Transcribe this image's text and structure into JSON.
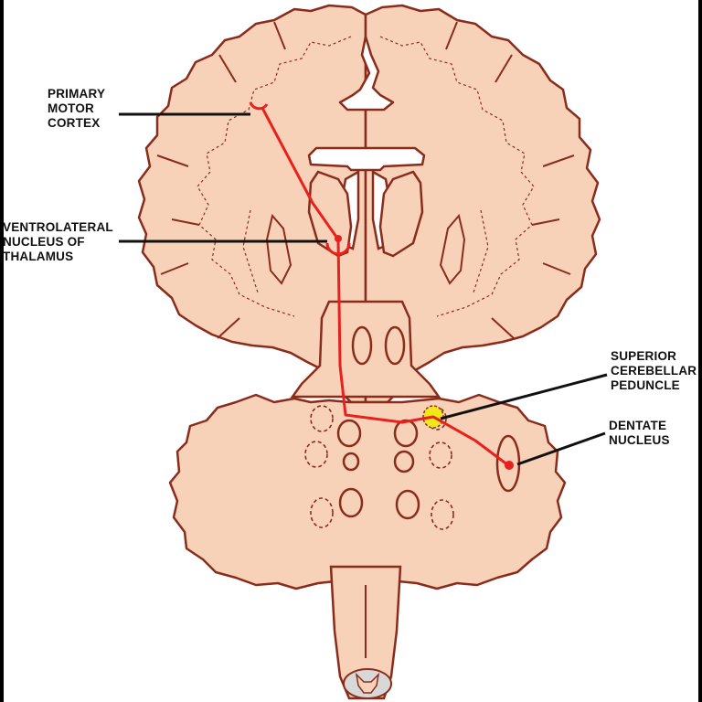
{
  "labels": {
    "primary_motor_cortex": [
      "PRIMARY",
      "MOTOR",
      "CORTEX"
    ],
    "ventrolateral_nucleus": [
      "VENTROLATERAL",
      "NUCLEUS OF",
      "THALAMUS"
    ],
    "superior_cerebellar_peduncle": [
      "SUPERIOR",
      "CEREBELLAR",
      "PEDUNCLE"
    ],
    "dentate_nucleus": [
      "DENTATE",
      "NUCLEUS"
    ]
  },
  "colors": {
    "tissue_fill": "#f8d2b8",
    "outline": "#8a2c1c",
    "pathway": "#e8201e",
    "peduncle_highlight": "#f2e61c",
    "leader_lines": "#111111",
    "background": "#ffffff",
    "frame": "#000000"
  }
}
